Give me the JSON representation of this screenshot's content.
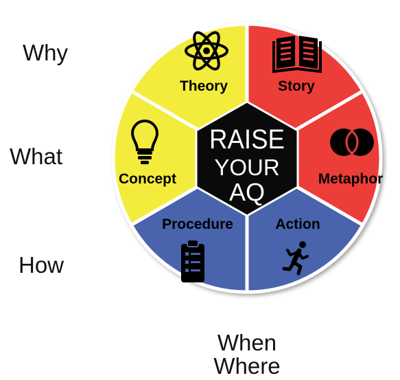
{
  "row_labels": {
    "why": "Why",
    "what": "What",
    "how": "How"
  },
  "bottom_labels": {
    "line1": "When",
    "line2": "Where"
  },
  "center": {
    "line1": "RAISE",
    "line2": "YOUR",
    "line3": "AQ"
  },
  "segments": {
    "theory": {
      "label": "Theory",
      "color": "#f4ec3c",
      "icon": "atom-icon"
    },
    "story": {
      "label": "Story",
      "color": "#ec3e38",
      "icon": "book-icon"
    },
    "metaphor": {
      "label": "Metaphor",
      "color": "#ec3e38",
      "icon": "venn-circles-icon"
    },
    "action": {
      "label": "Action",
      "color": "#4a64ac",
      "icon": "running-person-icon"
    },
    "procedure": {
      "label": "Procedure",
      "color": "#4a64ac",
      "icon": "clipboard-checklist-icon"
    },
    "concept": {
      "label": "Concept",
      "color": "#f4ec3c",
      "icon": "lightbulb-icon"
    }
  }
}
